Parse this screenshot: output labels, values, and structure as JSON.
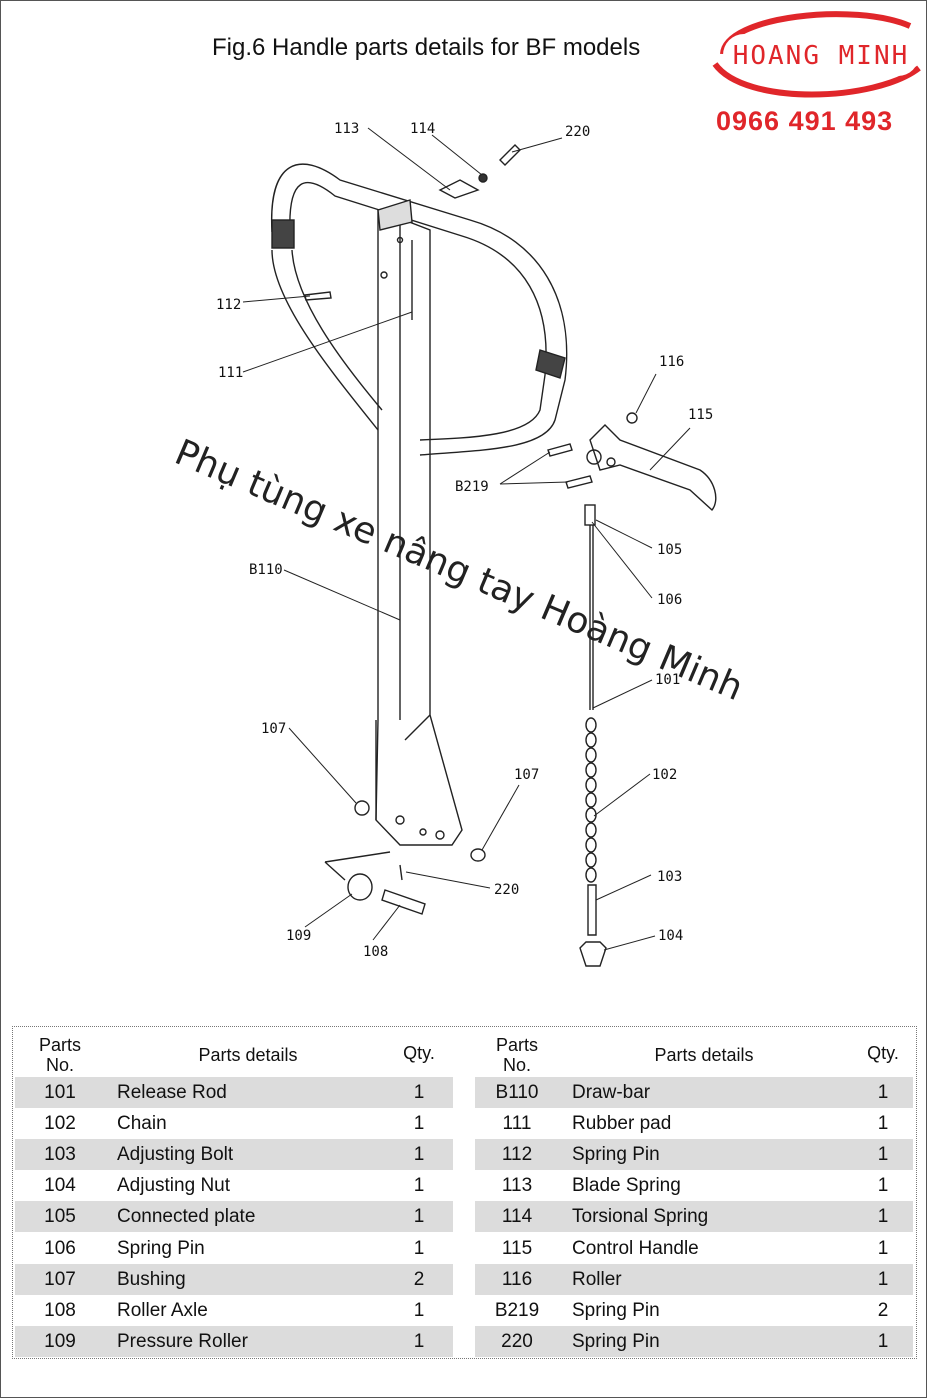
{
  "title": "Fig.6  Handle parts details for BF models",
  "logo": {
    "text": "HOANG MINH",
    "color": "#e0262a"
  },
  "phone": "0966 491 493",
  "watermark": "Phụ tùng xe nâng tay Hoàng Minh",
  "diagram_labels": [
    "113",
    "114",
    "220",
    "112",
    "111",
    "116",
    "115",
    "B219",
    "105",
    "106",
    "B110",
    "101",
    "107",
    "102",
    "107",
    "103",
    "220",
    "104",
    "109",
    "108"
  ],
  "table": {
    "headers": {
      "no_line1": "Parts",
      "no_line2": "No.",
      "details": "Parts details",
      "qty": "Qty."
    },
    "left": [
      {
        "no": "101",
        "name": "Release Rod",
        "qty": "1"
      },
      {
        "no": "102",
        "name": "Chain",
        "qty": "1"
      },
      {
        "no": "103",
        "name": "Adjusting Bolt",
        "qty": "1"
      },
      {
        "no": "104",
        "name": "Adjusting Nut",
        "qty": "1"
      },
      {
        "no": "105",
        "name": "Connected plate",
        "qty": "1"
      },
      {
        "no": "106",
        "name": "Spring Pin",
        "qty": "1"
      },
      {
        "no": "107",
        "name": "Bushing",
        "qty": "2"
      },
      {
        "no": "108",
        "name": "Roller Axle",
        "qty": "1"
      },
      {
        "no": "109",
        "name": "Pressure Roller",
        "qty": "1"
      }
    ],
    "right": [
      {
        "no": "B110",
        "name": "Draw-bar",
        "qty": "1"
      },
      {
        "no": "111",
        "name": "Rubber pad",
        "qty": "1"
      },
      {
        "no": "112",
        "name": "Spring Pin",
        "qty": "1"
      },
      {
        "no": "113",
        "name": "Blade Spring",
        "qty": "1"
      },
      {
        "no": "114",
        "name": "Torsional Spring",
        "qty": "1"
      },
      {
        "no": "115",
        "name": "Control Handle",
        "qty": "1"
      },
      {
        "no": "116",
        "name": "Roller",
        "qty": "1"
      },
      {
        "no": "B219",
        "name": "Spring Pin",
        "qty": "2"
      },
      {
        "no": "220",
        "name": "Spring Pin",
        "qty": "1"
      }
    ]
  }
}
